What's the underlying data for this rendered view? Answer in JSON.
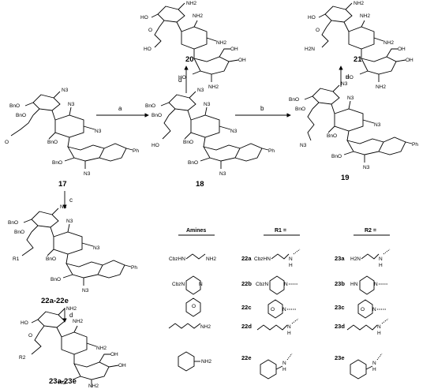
{
  "compounds": {
    "c17": "17",
    "c18": "18",
    "c19": "19",
    "c20": "20",
    "c21": "21",
    "c22": "22a-22e",
    "c23": "23a-23e"
  },
  "steps": {
    "a": "a",
    "b": "b",
    "c": "c",
    "d1": "d",
    "d2": "d",
    "d3": "d"
  },
  "groups": {
    "bno": "BnO",
    "n3": "N3",
    "nh2": "NH2",
    "ho": "HO",
    "oh": "OH",
    "o": "O",
    "ph": "Ph",
    "r1": "R1",
    "r2": "R2",
    "cbzhn": "CbzHN",
    "cbzn": "CbzN",
    "h2n": "H2N",
    "hn": "HN",
    "n": "N",
    "h": "H"
  },
  "table": {
    "head_amines": "Amines",
    "head_r1": "R1 =",
    "head_r2": "R2 =",
    "rows": [
      {
        "r1_code": "22a",
        "r2_code": "23a"
      },
      {
        "r1_code": "22b",
        "r2_code": "23b"
      },
      {
        "r1_code": "22c",
        "r2_code": "23c"
      },
      {
        "r1_code": "22d",
        "r2_code": "23d"
      },
      {
        "r1_code": "22e",
        "r2_code": "23e"
      }
    ]
  }
}
